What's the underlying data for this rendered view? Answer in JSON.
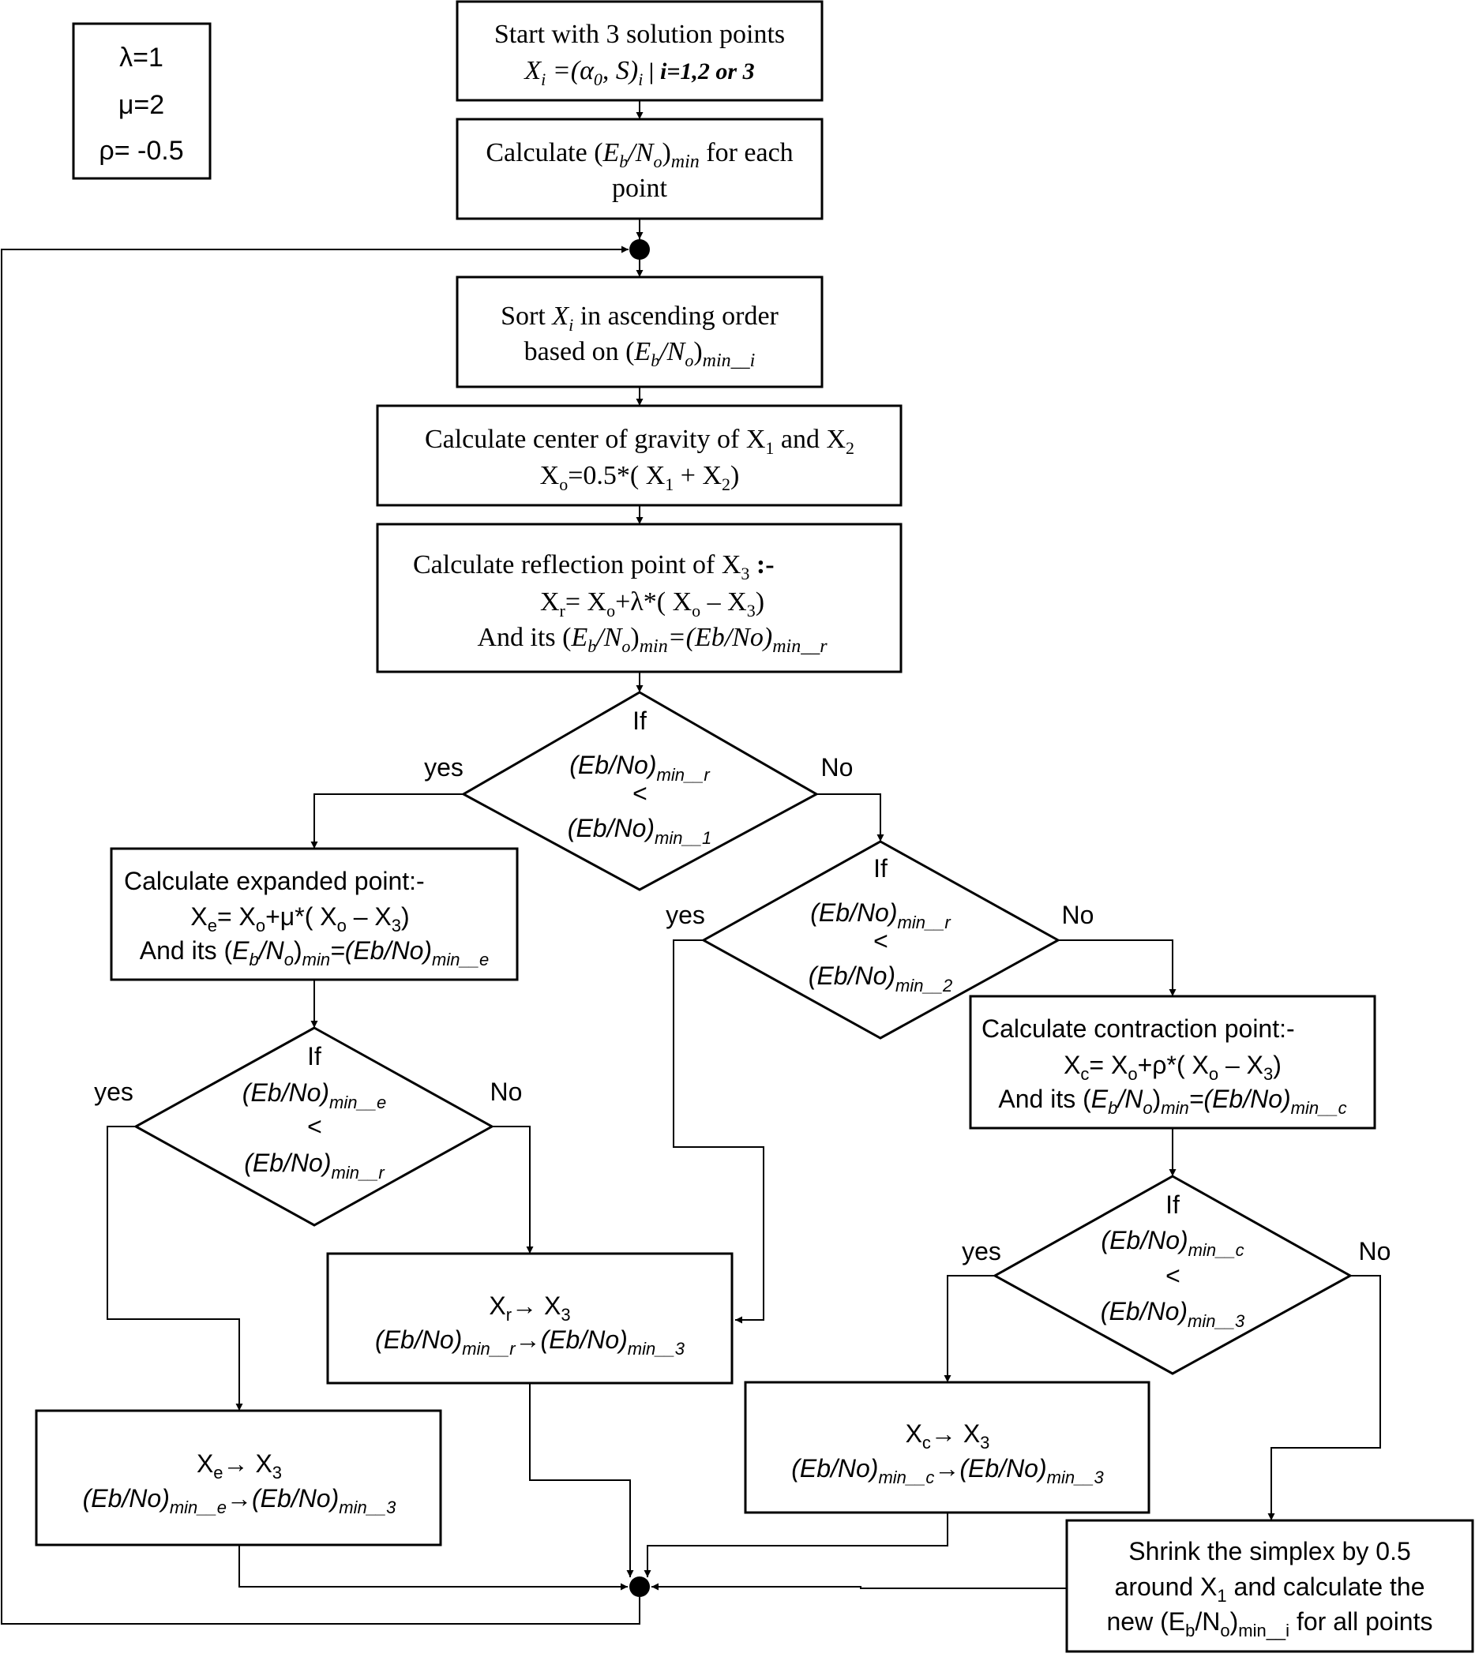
{
  "params": {
    "lambda": "λ=1",
    "mu": "μ=2",
    "rho": "ρ= -0.5"
  },
  "start": {
    "line1": "Start with 3 solution points",
    "xi_X": "X",
    "xi_sub": "i",
    "xi_eq": " =(",
    "xi_alpha": "α",
    "xi_alpha_sub": "0",
    "xi_s": ", S)",
    "xi_s_sub": "i",
    "xi_cond": " | i=1,2 or 3"
  },
  "calc_each": {
    "pre": "Calculate (",
    "e": "E",
    "e_sub": "b",
    "slash": "/",
    "n": "N",
    "n_sub": "o",
    "close": ")",
    "min": "min",
    "post": " for each",
    "line2": "point"
  },
  "sort": {
    "pre": "Sort ",
    "x": "X",
    "x_sub": "i",
    "post": " in ascending order",
    "l2_pre": "based on (",
    "e": "E",
    "e_sub": "b",
    "slash": "/",
    "n": "N",
    "n_sub": "o",
    "close": ")",
    "min_i": "min__i"
  },
  "centroid": {
    "l1_pre": "Calculate center of gravity of X",
    "s1": "1",
    "and": " and X",
    "s2": "2",
    "l2_x": "X",
    "l2_o": "o",
    "l2_eq": "=0.5*( X",
    "l2_s1": "1",
    "l2_plus": " + X",
    "l2_s2": "2",
    "l2_end": ")"
  },
  "reflect": {
    "l1_pre": "Calculate reflection point of X",
    "l1_s3": "3",
    "l1_end": " :-",
    "l2_x": "X",
    "l2_r": "r",
    "l2_eq": "= X",
    "l2_o": "o",
    "l2_mid": "+λ*( X",
    "l2_o2": "o",
    "l2_minus": " – X",
    "l2_s3": "3",
    "l2_end": ")",
    "l3_pre": "And its (",
    "e": "E",
    "e_sub": "b",
    "slash": "/",
    "n": "N",
    "n_sub": "o",
    "close": ")",
    "min": "min",
    "eq": "=(Eb/No)",
    "min_r": "min__r"
  },
  "decisions": {
    "if": "If",
    "lt": "<",
    "ebno": "(Eb/No)",
    "yes": "yes",
    "no": "No",
    "d1_top": "min__r",
    "d1_bot": "min__1",
    "d2_top": "min__r",
    "d2_bot": "min__2",
    "d3_top": "min__e",
    "d3_bot": "min__r",
    "d4_top": "min__c",
    "d4_bot": "min__3"
  },
  "expand": {
    "l1": "Calculate expanded point:-",
    "l2_x": "X",
    "l2_e": "e",
    "l2_eq": "= X",
    "l2_o": "o",
    "l2_mid": "+μ*( X",
    "l2_o2": "o",
    "l2_minus": " – X",
    "l2_s3": "3",
    "l2_end": ")",
    "l3_pre": "And its (",
    "e": "E",
    "e_sub": "b",
    "slash": "/",
    "n": "N",
    "n_sub": "o",
    "close": ")",
    "min": "min",
    "eq": "=(Eb/No)",
    "min_e": "min__e"
  },
  "contract": {
    "l1": "Calculate contraction point:-",
    "l2_x": "X",
    "l2_c": "c",
    "l2_eq": "= X",
    "l2_o": "o",
    "l2_mid": "+ρ*( X",
    "l2_o2": "o",
    "l2_minus": " – X",
    "l2_s3": "3",
    "l2_end": ")",
    "l3_pre": "And its (",
    "e": "E",
    "e_sub": "b",
    "slash": "/",
    "n": "N",
    "n_sub": "o",
    "close": ")",
    "min": "min",
    "eq": "=(Eb/No)",
    "min_c": "min__c"
  },
  "assign_r": {
    "x": "X",
    "sub": "r",
    "arrow": "→ X",
    "s3": "3",
    "ebno": "(Eb/No)",
    "min_a": "min__r",
    "arrow2": "→(Eb/No)",
    "min_b": "min__3"
  },
  "assign_e": {
    "x": "X",
    "sub": "e",
    "arrow": "→ X",
    "s3": "3",
    "ebno": "(Eb/No)",
    "min_a": "min__e",
    "arrow2": "→(Eb/No)",
    "min_b": "min__3"
  },
  "assign_c": {
    "x": "X",
    "sub": "c",
    "arrow": "→ X",
    "s3": "3",
    "ebno": "(Eb/No)",
    "min_a": "min__c",
    "arrow2": "→(Eb/No)",
    "min_b": "min__3"
  },
  "shrink": {
    "l1": "Shrink the simplex by 0.5",
    "l2_pre": "around X",
    "l2_s1": "1",
    "l2_post": " and calculate the",
    "l3_pre": "new (E",
    "l3_b": "b",
    "l3_slash": "/N",
    "l3_o": "o",
    "l3_close": ")",
    "l3_min": "min__i",
    "l3_post": " for all points"
  }
}
